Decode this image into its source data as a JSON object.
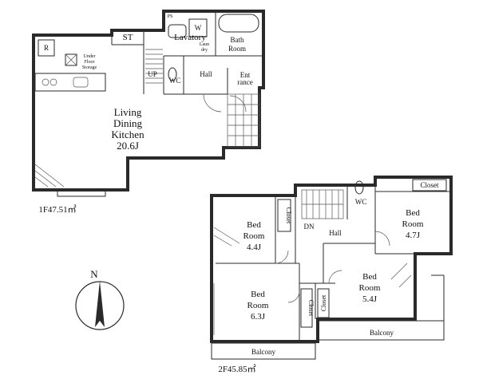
{
  "floor1": {
    "area_label": "1F47.51㎡",
    "rooms": {
      "ldk": [
        "Living",
        "Dining",
        "Kitchen",
        "20.6J"
      ],
      "st": "ST",
      "lavatory": "Lavatory",
      "bath": [
        "Bath",
        "Room"
      ],
      "wc": "WC",
      "hall": "Hall",
      "entrance": [
        "Ent",
        "rance"
      ],
      "up": "UP",
      "w": "W",
      "r": "R",
      "under_floor": [
        "Under",
        "Floor",
        "Storage"
      ],
      "ps": "PS",
      "laundry_line": [
        "Laun",
        "dry"
      ]
    }
  },
  "floor2": {
    "area_label": "2F45.85㎡",
    "rooms": {
      "bed_a": [
        "Bed",
        "Room",
        "4.4J"
      ],
      "bed_b": [
        "Bed",
        "Room",
        "4.7J"
      ],
      "bed_c": [
        "Bed",
        "Room",
        "6.3J"
      ],
      "bed_d": [
        "Bed",
        "Room",
        "5.4J"
      ],
      "closet_a": "Closet",
      "closet_b": "Closet",
      "closet_c": "Closet",
      "closet_d": "Closet",
      "wc": "WC",
      "hall": "Hall",
      "dn": "DN",
      "balcony_left": "Balcony",
      "balcony_right": "Balcony"
    }
  },
  "compass": {
    "north": "N"
  }
}
